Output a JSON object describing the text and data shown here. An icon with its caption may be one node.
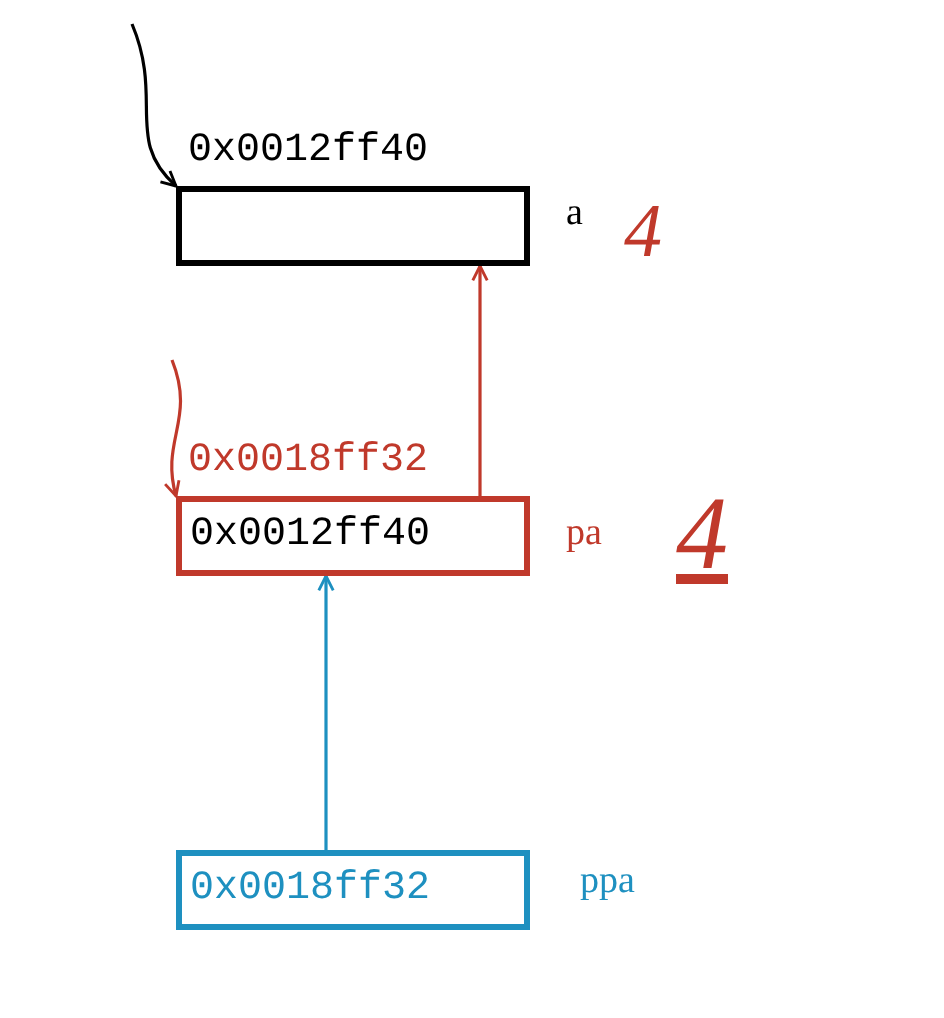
{
  "diagram": {
    "nodes": [
      {
        "text": [
          "0x0012ff40"
        ],
        "beside": [
          "a",
          "4"
        ]
      },
      {
        "text": [
          "0x0018ff32",
          "0x0012ff40"
        ],
        "beside": [
          "pa",
          "4"
        ]
      },
      {
        "text": [
          "0x0018ff32"
        ],
        "beside": [
          "ppa"
        ]
      }
    ],
    "edges": [
      {
        "from": 1,
        "to": 0,
        "arrow": "to",
        "color": "#c0392b"
      },
      {
        "from": 2,
        "to": 1,
        "arrow": "to",
        "color": "#1e90c0"
      },
      {
        "from": null,
        "to": 0,
        "arrow": "to",
        "color": "#000000"
      },
      {
        "from": null,
        "to": 1,
        "arrow": "to",
        "color": "#c0392b"
      }
    ]
  }
}
